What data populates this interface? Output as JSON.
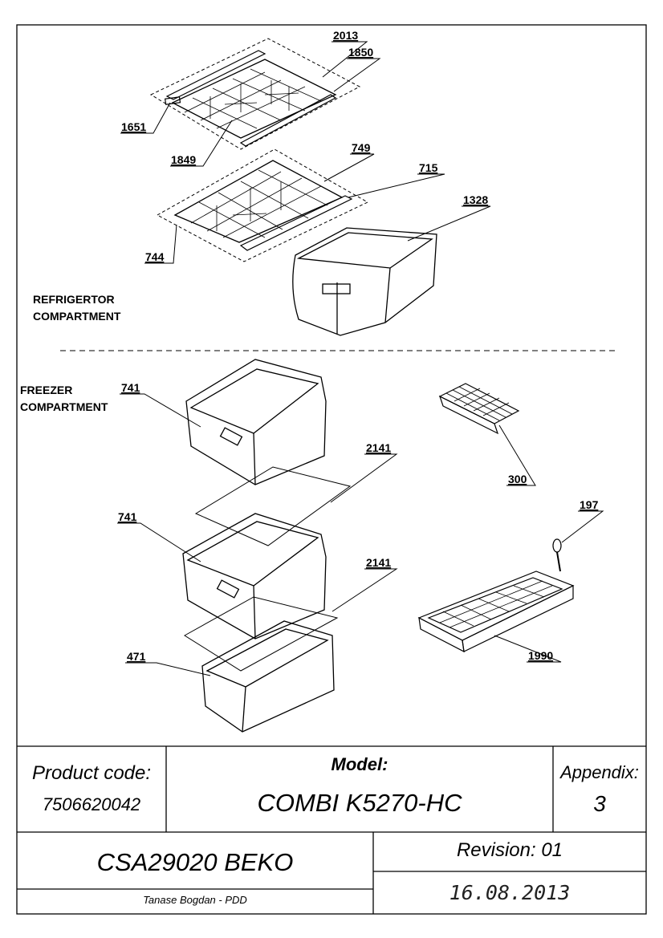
{
  "sections": {
    "refrigerator": [
      "REFRIGERTOR",
      "COMPARTMENT"
    ],
    "freezer": [
      "FREEZER",
      "COMPARTMENT"
    ]
  },
  "parts": [
    {
      "id": "p2013",
      "number": "2013"
    },
    {
      "id": "p1850",
      "number": "1850"
    },
    {
      "id": "p1651",
      "number": "1651"
    },
    {
      "id": "p1849",
      "number": "1849"
    },
    {
      "id": "p749",
      "number": "749"
    },
    {
      "id": "p715",
      "number": "715"
    },
    {
      "id": "p1328",
      "number": "1328"
    },
    {
      "id": "p744",
      "number": "744"
    },
    {
      "id": "p741a",
      "number": "741"
    },
    {
      "id": "p300",
      "number": "300"
    },
    {
      "id": "p2141a",
      "number": "2141"
    },
    {
      "id": "p197",
      "number": "197"
    },
    {
      "id": "p741b",
      "number": "741"
    },
    {
      "id": "p2141b",
      "number": "2141"
    },
    {
      "id": "p471",
      "number": "471"
    },
    {
      "id": "p1990",
      "number": "1990"
    }
  ],
  "title_block": {
    "product_code_label": "Product code:",
    "product_code": "7506620042",
    "model_label": "Model:",
    "model": "COMBI K5270-HC",
    "appendix_label": "Appendix:",
    "appendix": "3",
    "document_code": "CSA29020 BEKO",
    "revision": "Revision: 01",
    "author": "Tanase Bogdan - PDD",
    "date": "16.08.2013"
  }
}
